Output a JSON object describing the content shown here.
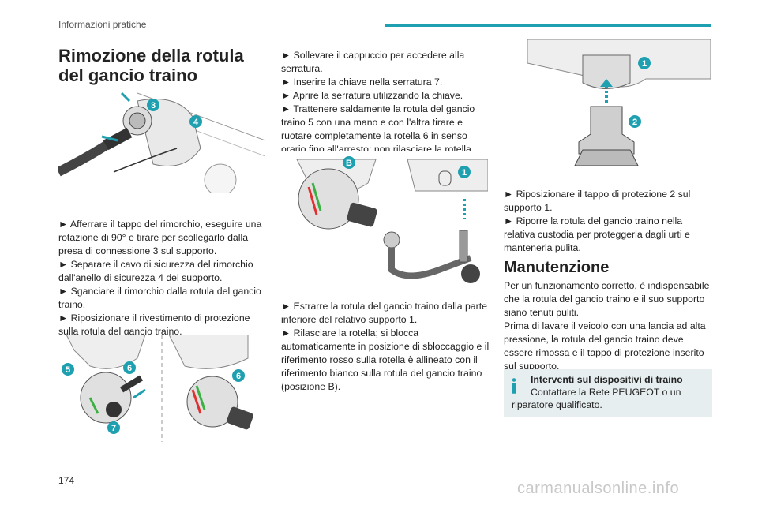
{
  "header": {
    "section": "Informazioni pratiche"
  },
  "title": "Rimozione della rotula del gancio traino",
  "col1": {
    "paragraph1": "► Afferrare il tappo del rimorchio, eseguire una rotazione di 90° e tirare per scollegarlo dalla presa di connessione 3 sul supporto.",
    "paragraph2": "► Separare il cavo di sicurezza del rimorchio dall'anello di sicurezza 4 del supporto.",
    "paragraph3": "► Sganciare il rimorchio dalla rotula del gancio traino.",
    "paragraph4": "► Riposizionare il rivestimento di protezione sulla rotula del gancio traino."
  },
  "col2": {
    "paragraph1": "► Sollevare il cappuccio per accedere alla serratura.",
    "paragraph2": "► Inserire la chiave nella serratura 7.",
    "paragraph3": "► Aprire la serratura utilizzando la chiave.",
    "paragraph4": "► Trattenere saldamente la rotula del gancio traino 5 con una mano e con l'altra tirare e ruotare completamente la rotella 6 in senso orario fino all'arresto; non rilasciare la rotella.",
    "paragraph5": "► Estrarre la rotula del gancio traino dalla parte inferiore del relativo supporto 1.",
    "paragraph6": "► Rilasciare la rotella; si blocca automaticamente in posizione di sbloccaggio e il riferimento rosso sulla rotella è allineato con il riferimento bianco sulla rotula del gancio traino (posizione B)."
  },
  "col3": {
    "paragraph1": "► Riposizionare il tappo di protezione 2 sul supporto 1.",
    "paragraph2": "► Riporre la rotula del gancio traino nella relativa custodia per proteggerla dagli urti e mantenerla pulita."
  },
  "maintenance": {
    "title": "Manutenzione",
    "paragraph1": "Per un funzionamento corretto, è indispensabile che la rotula del gancio traino e il suo supporto siano tenuti puliti.",
    "paragraph2": "Prima di lavare il veicolo con una lancia ad alta pressione, la rotula del gancio traino deve essere rimossa e il tappo di protezione inserito sul supporto."
  },
  "info_box": {
    "title": "Interventi sul dispositivi di traino",
    "line1": "Contattare la Rete PEUGEOT o un",
    "line2": "riparatore qualificato."
  },
  "figure_labels": {
    "fig1": [
      "3",
      "4"
    ],
    "fig2a": [
      "5",
      "6",
      "7"
    ],
    "fig2b": [
      "6"
    ],
    "fig3a": [
      "B"
    ],
    "fig3b": [
      "1"
    ],
    "fig4": [
      "1",
      "2"
    ]
  },
  "page_number": "174",
  "watermark": "carmanualsonline.info",
  "colors": {
    "accent": "#1fa0b0",
    "info_bg": "#e7eef0"
  }
}
